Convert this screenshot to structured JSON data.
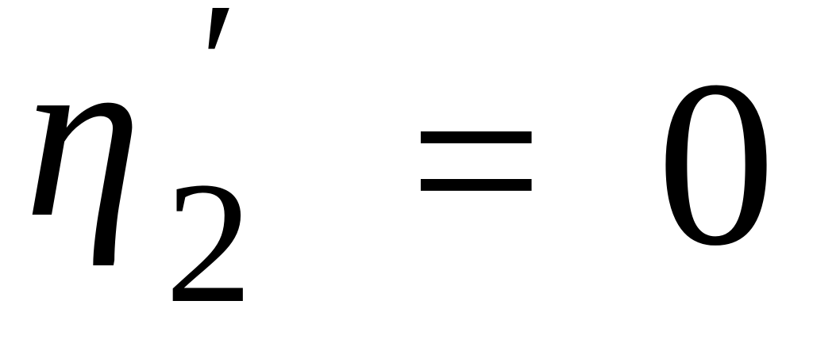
{
  "equation": {
    "symbol": "η",
    "prime": "′",
    "subscript": "2",
    "operator": "=",
    "rhs": "0"
  }
}
